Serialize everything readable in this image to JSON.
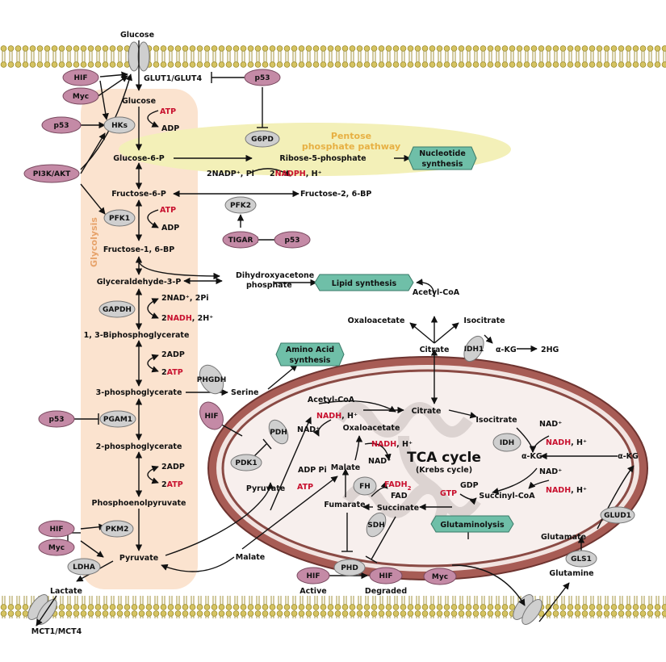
{
  "colors": {
    "membrane": "#d6c463",
    "membrane_dark": "#9a8a2a",
    "regulator": "#c48aa6",
    "enzyme": "#cfcfcf",
    "box": "#6fbfa8",
    "red_text": "#c8102e",
    "glycolysis_band": "#fbe3cf",
    "ppp_band": "#f3f0b8",
    "mito_outer": "#8a4a44",
    "mito_inner_bg": "#e7d7d3"
  },
  "labels": {
    "glucose_out": "Glucose",
    "glut": "GLUT1/GLUT4",
    "glucose_in": "Glucose",
    "atp1": "ATP",
    "adp1": "ADP",
    "g6p": "Glucose-6-P",
    "ppp_title": "Pentose\nphosphate pathway",
    "r5p": "Ribose-5-phosphate",
    "nadp": "2NADP⁺, Pi",
    "nadph_pre": "2",
    "nadph": "NADPH",
    "nadph_post": ", H⁺",
    "f6p": "Fructose-6-P",
    "f26bp": "Fructose-2, 6-BP",
    "atp2": "ATP",
    "adp2": "ADP",
    "f16bp": "Fructose-1, 6-BP",
    "g3p": "Glyceraldehyde-3-P",
    "dhap": "Dihydroxyacetone\nphosphate",
    "nad_pi": "2NAD⁺, 2Pi",
    "nadh1_pre": "2",
    "nadh1": "NADH",
    "nadh1_post": ", 2H⁺",
    "bpg": "1, 3-Biphosphoglycerate",
    "adp3": "2ADP",
    "atp3_pre": "2",
    "atp3": "ATP",
    "pg3": "3-phosphoglycerate",
    "serine": "Serine",
    "pg2": "2-phosphoglycerate",
    "adp4": "2ADP",
    "atp4_pre": "2",
    "atp4": "ATP",
    "pep": "Phosphoenolpyruvate",
    "pyruvate": "Pyruvate",
    "lactate": "Lactate",
    "mct": "MCT1/MCT4",
    "malate_out": "Malate",
    "glycolysis": "Glycolysis",
    "acetyl_coa_out": "Acetyl-CoA",
    "oxaloacetate_out": "Oxaloacetate",
    "isocitrate_out": "Isocitrate",
    "citrate_out": "Citrate",
    "akg_out": "α-KG",
    "hg2": "2HG",
    "acetyl_coa_in": "Acetyl-CoA",
    "nadh_a": "NADH",
    "h_a": ", H⁺",
    "nad_a": "NAD⁺",
    "oxaloacetate_in": "Oxaloacetate",
    "nadh_b": "NADH",
    "h_b": ", H⁺",
    "nad_b": "NAD⁺",
    "malate_in": "Malate",
    "adp_pi": "ADP Pi",
    "pyruvate_in": "Pyruvate",
    "atp_in": "ATP",
    "citrate_in": "Citrate",
    "isocitrate_in": "Isocitrate",
    "nad_c": "NAD⁺",
    "nadh_c": "NADH",
    "h_c": ", H⁺",
    "akg_in": "α-KG",
    "nad_d": "NAD⁺",
    "nadh_d": "NADH",
    "h_d": ", H⁺",
    "tca": "TCA cycle",
    "krebs": "(Krebs cycle)",
    "fadh2": "FADH",
    "fadh2_sub": "2",
    "fad": "FAD",
    "gtp": "GTP",
    "gdp": "GDP",
    "succinyl": "Succinyl-CoA",
    "fumarate": "Fumarate",
    "succinate": "Succinate",
    "akg_far": "α-KG",
    "glutamate": "Glutamate",
    "glutamine": "Glutamine",
    "active": "Active",
    "degraded": "Degraded"
  },
  "regulators": {
    "hif1": "HIF",
    "myc1": "Myc",
    "p53_1": "p53",
    "p53_2": "p53",
    "pi3k": "PI3K/AKT",
    "p53_3": "p53",
    "p53_4": "p53",
    "hif2": "HIF",
    "myc2": "Myc",
    "hif3": "HIF",
    "hif_active": "HIF",
    "hif_degraded": "HIF",
    "myc3": "Myc"
  },
  "enzymes": {
    "hks": "HKs",
    "g6pd": "G6PD",
    "pfk1": "PFK1",
    "pfk2": "PFK2",
    "tigar": "TIGAR",
    "gapdh": "GAPDH",
    "phgdh": "PHGDH",
    "pgam1": "PGAM1",
    "pkm2": "PKM2",
    "ldha": "LDHA",
    "pdk1": "PDK1",
    "pdh": "PDH",
    "idh1": "IDH1",
    "idh": "IDH",
    "fh": "FH",
    "sdh": "SDH",
    "phd": "PHD",
    "glud1": "GLUD1",
    "gls1": "GLS1"
  },
  "boxes": {
    "nucleotide": "Nucleotide\nsynthesis",
    "lipid": "Lipid synthesis",
    "amino": "Amino Acid\nsynthesis",
    "glutaminolysis": "Glutaminolysis"
  }
}
